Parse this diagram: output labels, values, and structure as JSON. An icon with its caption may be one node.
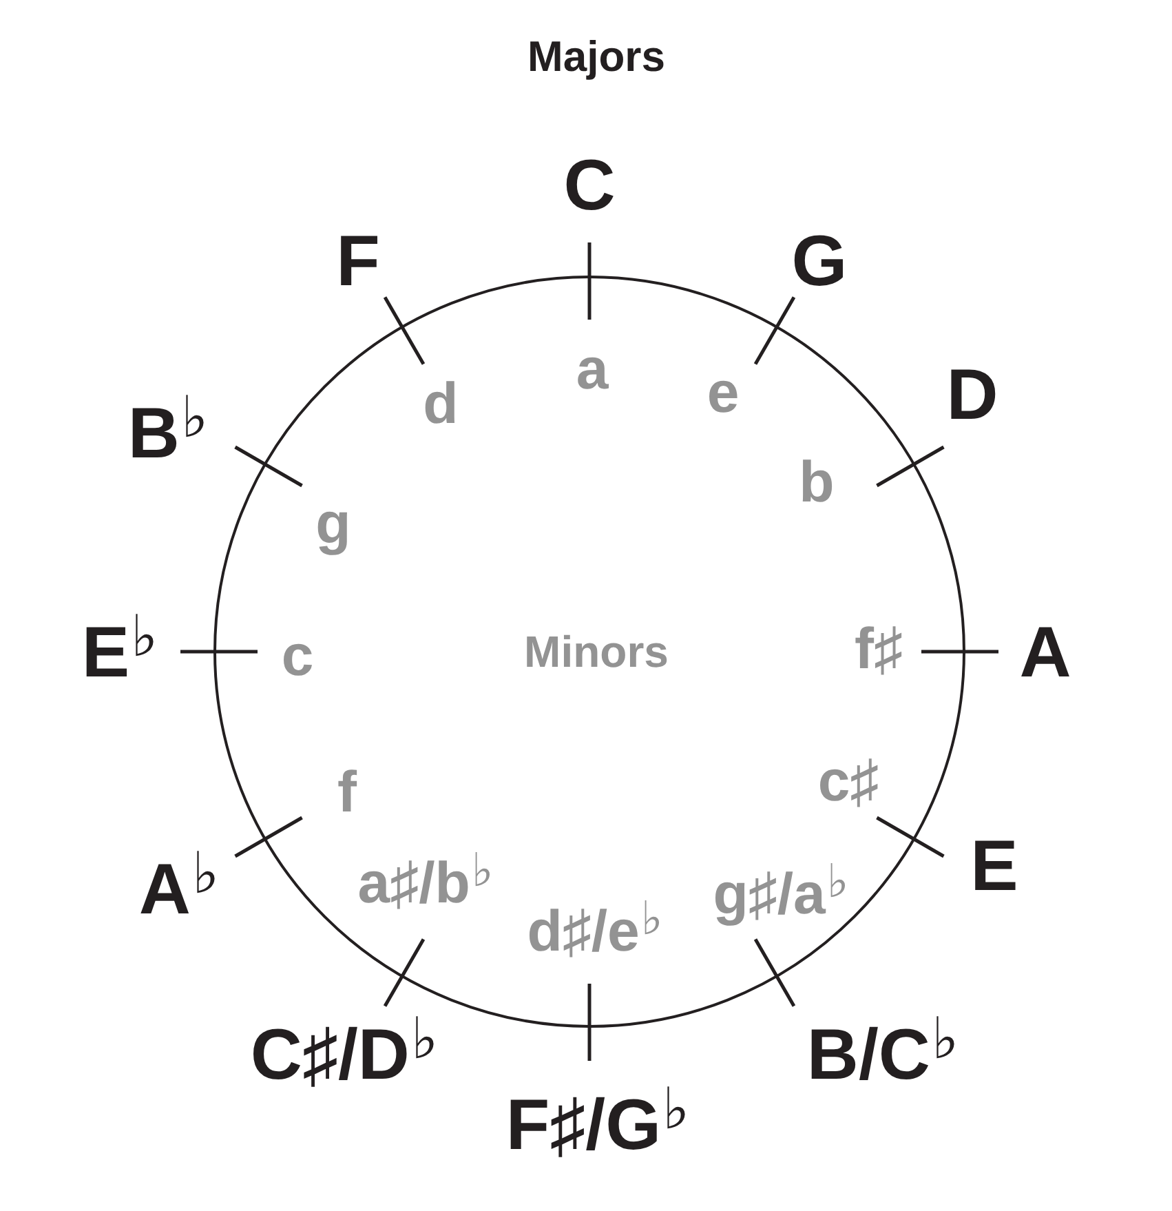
{
  "diagram": {
    "title": "Majors",
    "nodes": [
      {
        "text": [
          "Minors"
        ]
      }
    ],
    "labels": [
      "C",
      "G",
      "D",
      "A",
      "E",
      "B/C$^{♭}$",
      "F♯/G$^{♭}$",
      "C♯/D$^{♭}$",
      "A$^{♭}$",
      "E$^{♭}$",
      "B$^{♭}$",
      "F",
      "a",
      "e",
      "b",
      "f♯",
      "c♯",
      "g♯/a$^{♭}$",
      "d♯/e$^{♭}$",
      "a♯/b$^{♭}$",
      "f",
      "c",
      "g",
      "d"
    ]
  }
}
